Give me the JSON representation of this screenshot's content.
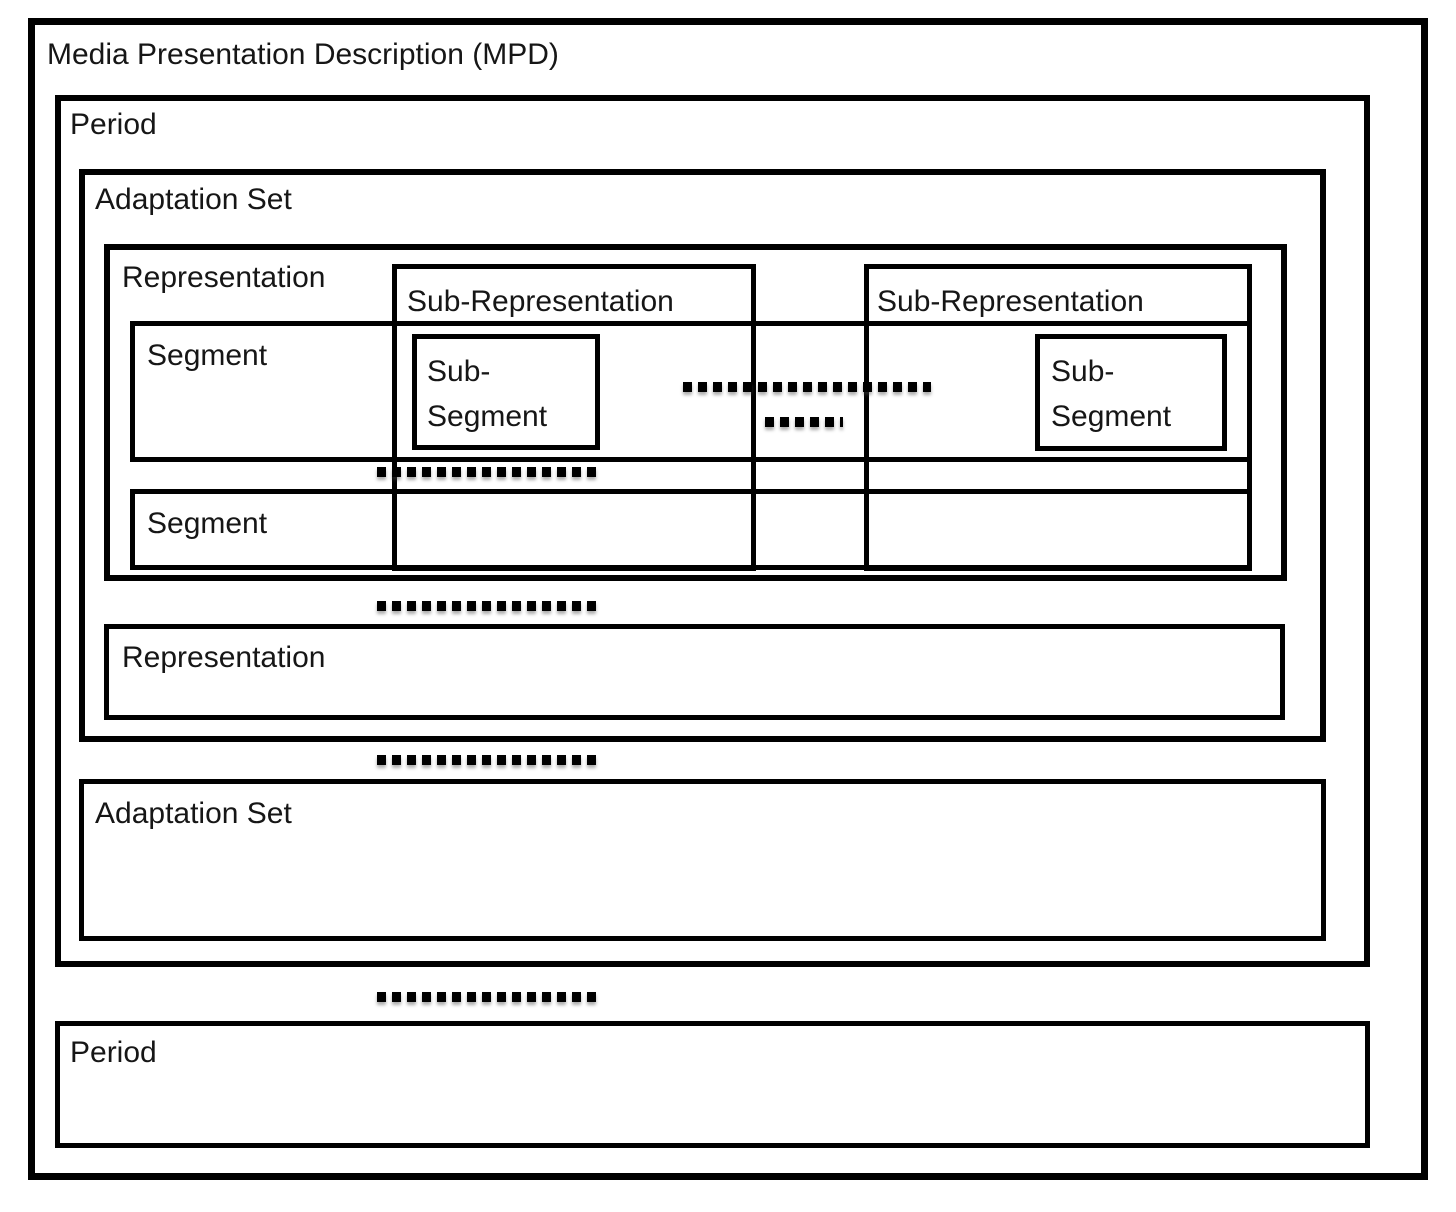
{
  "mpd": {
    "label": "Media Presentation Description (MPD)",
    "periods": [
      {
        "label": "Period",
        "adaptation_sets": [
          {
            "label": "Adaptation Set",
            "representations": [
              {
                "label": "Representation",
                "sub_representations": [
                  {
                    "label": "Sub-Representation",
                    "sub_segment": {
                      "line1": "Sub-",
                      "line2": "Segment"
                    }
                  },
                  {
                    "label": "Sub-Representation",
                    "sub_segment": {
                      "line1": "Sub-",
                      "line2": "Segment"
                    }
                  }
                ],
                "segments": [
                  {
                    "label": "Segment"
                  },
                  {
                    "label": "Segment"
                  }
                ]
              },
              {
                "label": "Representation"
              }
            ]
          },
          {
            "label": "Adaptation Set"
          }
        ]
      },
      {
        "label": "Period"
      }
    ]
  }
}
